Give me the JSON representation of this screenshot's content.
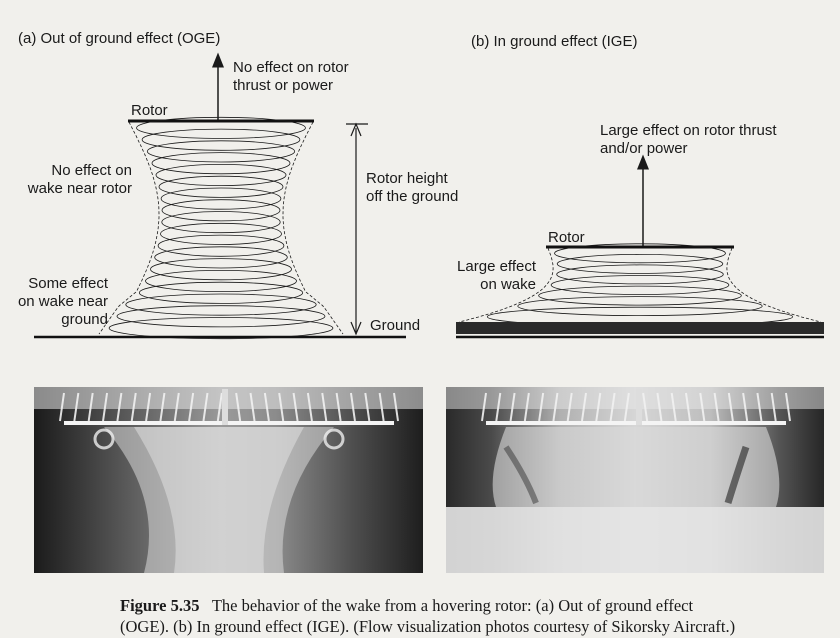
{
  "panel_a": {
    "title": "(a) Out of ground effect (OGE)",
    "arrow_label_1": "No effect on rotor",
    "arrow_label_2": "thrust or power",
    "rotor_label": "Rotor",
    "near_rotor_1": "No effect on",
    "near_rotor_2": "wake near rotor",
    "height_1": "Rotor height",
    "height_2": "off the ground",
    "near_ground_1": "Some effect",
    "near_ground_2": "on wake near",
    "near_ground_3": "ground",
    "ground_label": "Ground"
  },
  "panel_b": {
    "title": "(b) In ground effect (IGE)",
    "arrow_label_1": "Large effect on rotor thrust",
    "arrow_label_2": "and/or power",
    "rotor_label": "Rotor",
    "wake_1": "Large effect",
    "wake_2": "on wake"
  },
  "caption": {
    "figure": "Figure 5.35",
    "line1": "The behavior of the wake from a hovering rotor: (a) Out of ground effect",
    "line2": "(OGE). (b) In ground effect (IGE). (Flow visualization photos courtesy of Sikorsky Aircraft.)"
  }
}
